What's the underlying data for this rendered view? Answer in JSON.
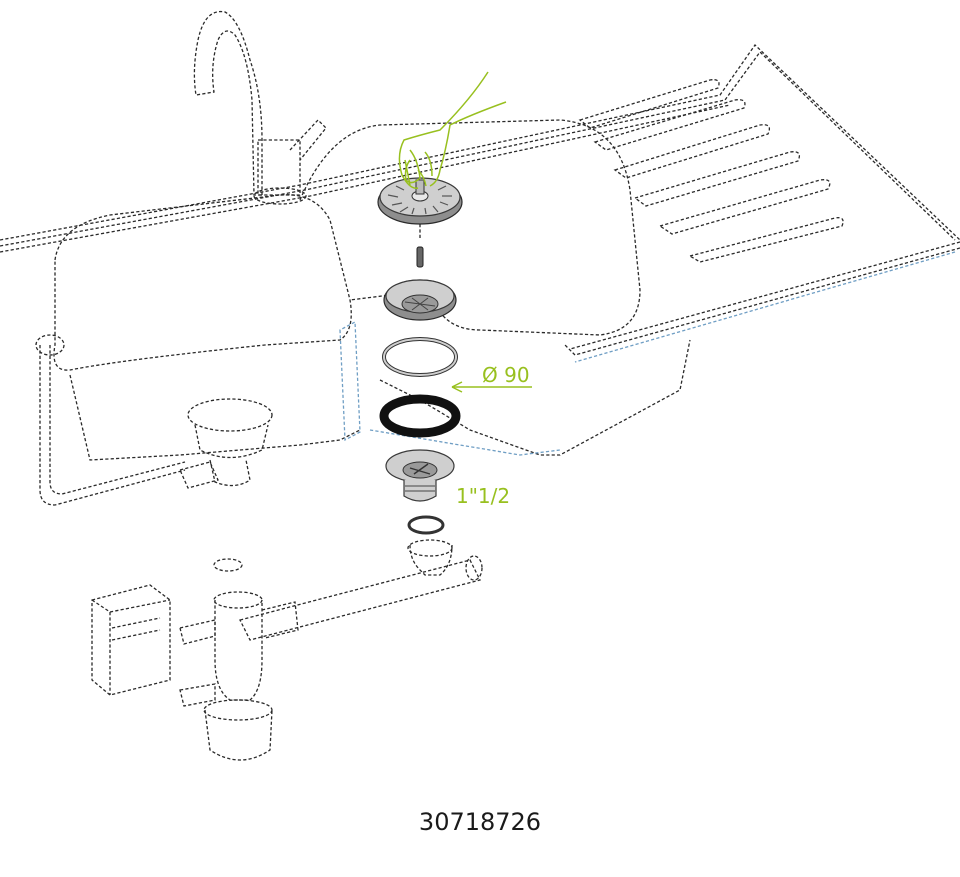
{
  "diagram": {
    "dimension_label": "Ø 90",
    "thread_label": "1\"1/2",
    "product_code": "30718726",
    "colors": {
      "accent": "#98c01f",
      "line": "#2a2a2a",
      "water": "#6f9ec4"
    },
    "icons": [
      "hand-icon",
      "strainer-basket-icon",
      "washing-machine-icon",
      "faucet-icon"
    ]
  }
}
